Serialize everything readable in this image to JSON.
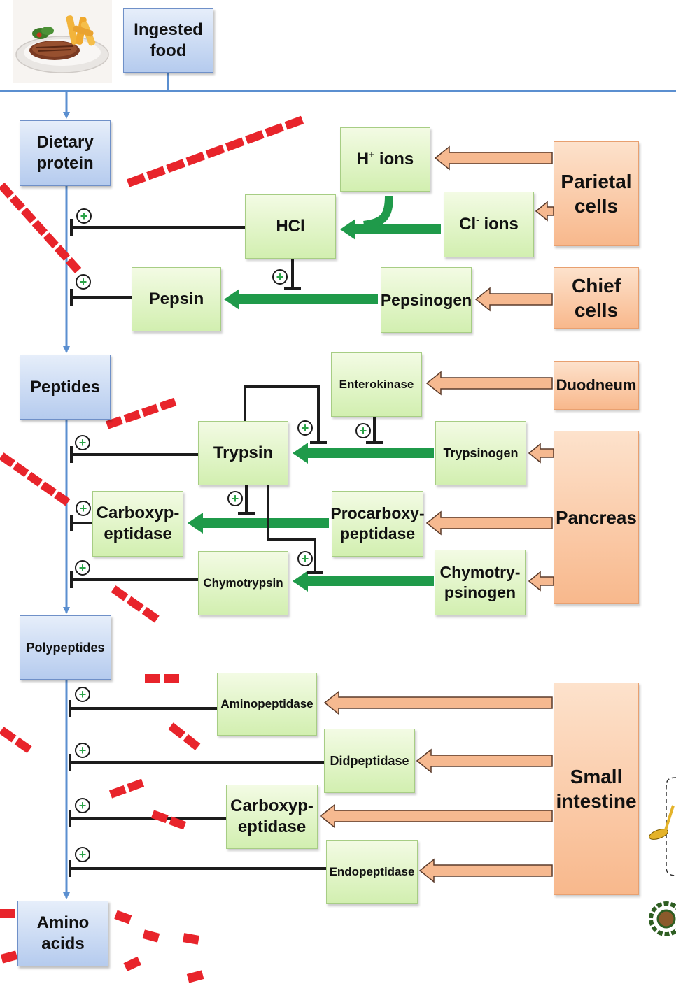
{
  "nodes": {
    "ingested_food": "Ingested\nfood",
    "dietary_protein": "Dietary\nprotein",
    "peptides": "Peptides",
    "polypeptides": "Polypeptides",
    "amino_acids": "Amino\nacids",
    "h_ions_base": "H",
    "h_ions_sup": "+",
    "h_ions_rest": " ions",
    "hcl": "HCl",
    "cl_ions_base": "Cl",
    "cl_ions_sup": "-",
    "cl_ions_rest": " ions",
    "parietal_cells": "Parietal\ncells",
    "pepsin": "Pepsin",
    "pepsinogen": "Pepsinogen",
    "chief_cells": "Chief\ncells",
    "enterokinase": "Enterokinase",
    "duodneum": "Duodneum",
    "trypsin": "Trypsin",
    "trypsinogen": "Trypsinogen",
    "pancreas": "Pancreas",
    "carboxypeptidase_1": "Carboxyp-\neptidase",
    "procarboxypeptidase": "Procarboxy-\npeptidase",
    "chymotrypsin": "Chymotrypsin",
    "chymotrypsinogen": "Chymotry-\npsinogen",
    "aminopeptidase": "Aminopeptidase",
    "didpeptidase": "Didpeptidase",
    "carboxypeptidase_2": "Carboxyp-\neptidase",
    "endopeptidase": "Endopeptidase",
    "small_intestine": "Small\nintestine"
  },
  "plus_symbol": "+",
  "colors": {
    "backbone": "#5b8fd0",
    "activation_arrow": "#1f9a4a",
    "secretion_arrow": "#f6b990",
    "inhibition_line": "#1c1c1c",
    "fragment": "#e8242b",
    "plus_badge": "#2aa347"
  }
}
